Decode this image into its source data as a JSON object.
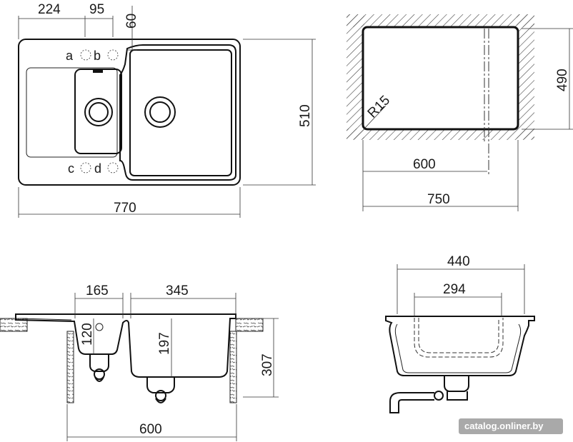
{
  "top_view": {
    "dims": {
      "left_offset": "224",
      "bowl_gap": "95",
      "top_offset": "60",
      "height": "510",
      "width": "770"
    },
    "fixture_labels": [
      "a",
      "b",
      "c",
      "d"
    ]
  },
  "cutout_view": {
    "dims": {
      "radius": "R15",
      "height": "490",
      "inner_width": "600",
      "outer_width": "750"
    }
  },
  "side_section_view": {
    "dims": {
      "small_bowl_width": "165",
      "main_bowl_width": "345",
      "small_bowl_depth": "120",
      "main_bowl_depth": "197",
      "overall_depth": "307",
      "cabinet_width": "600"
    }
  },
  "front_section_view": {
    "dims": {
      "outer_width": "440",
      "inner_width": "294"
    }
  },
  "watermark": "catalog.onliner.by",
  "colors": {
    "ink": "#111111",
    "watermark_bg": "#9a9a9a"
  }
}
